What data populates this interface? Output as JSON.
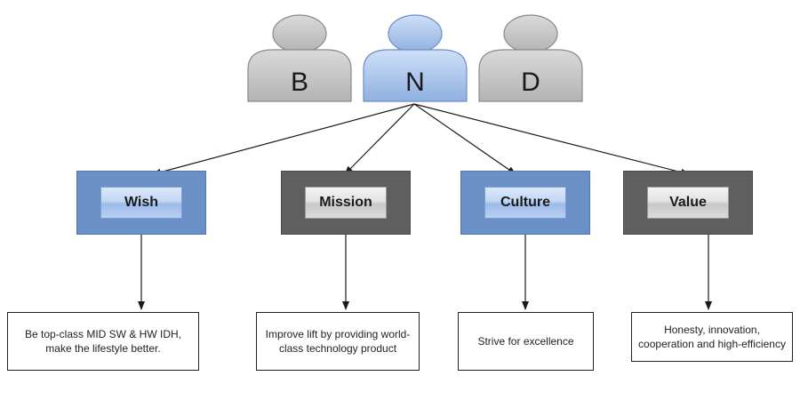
{
  "colors": {
    "blue_box": "#6b8fc7",
    "dark_box": "#5f5f5f",
    "person_gray": "#c4c4c4",
    "person_blue": "#a9c4ea",
    "arrow": "#1a1a1a"
  },
  "people": [
    {
      "letter": "B",
      "color": "gray"
    },
    {
      "letter": "N",
      "color": "blue"
    },
    {
      "letter": "D",
      "color": "gray"
    }
  ],
  "boxes": [
    {
      "label": "Wish",
      "style": "blue"
    },
    {
      "label": "Mission",
      "style": "dark"
    },
    {
      "label": "Culture",
      "style": "blue"
    },
    {
      "label": "Value",
      "style": "dark"
    }
  ],
  "notes": [
    {
      "text": "Be top-class MID SW & HW IDH, make the lifestyle better."
    },
    {
      "text": "Improve lift by providing world-class technology product"
    },
    {
      "text": "Strive for excellence"
    },
    {
      "text": "Honesty, innovation, cooperation and high-efficiency"
    }
  ]
}
